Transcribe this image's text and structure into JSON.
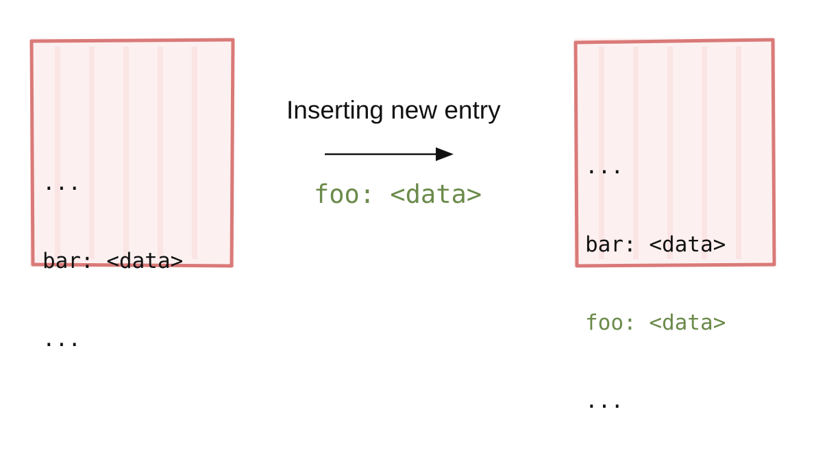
{
  "before_box": {
    "lines": [
      "...",
      "bar: <data>",
      "..."
    ]
  },
  "transition": {
    "label": "Inserting new entry",
    "new_entry": "foo: <data>"
  },
  "after_box": {
    "lines": [
      "...",
      "bar: <data>",
      "foo: <data>",
      "..."
    ]
  },
  "colors": {
    "box_border": "#d97a78",
    "box_fill": "#fdf0f0",
    "text": "#111111",
    "highlight": "#6b8a4a"
  }
}
